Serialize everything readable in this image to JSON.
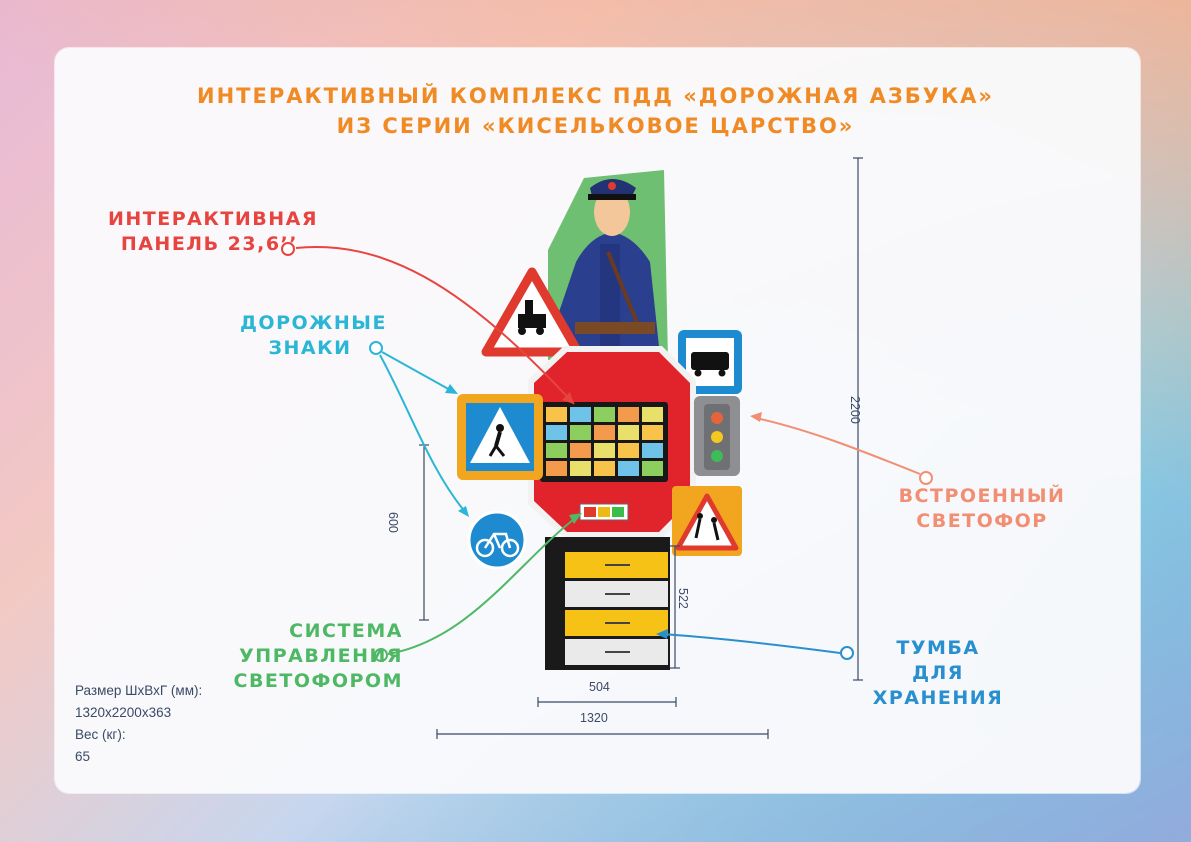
{
  "title": {
    "line1": "ИНТЕРАКТИВНЫЙ КОМПЛЕКС ПДД «ДОРОЖНАЯ АЗБУКА»",
    "line2": "ИЗ СЕРИИ «КИСЕЛЬКОВОЕ ЦАРСТВО»"
  },
  "labels": {
    "panel_line1": "ИНТЕРАКТИВНАЯ",
    "panel_line2": "ПАНЕЛЬ 23,6’’",
    "signs_line1": "ДОРОЖНЫЕ",
    "signs_line2": "ЗНАКИ",
    "light_line1": "ВСТРОЕННЫЙ",
    "light_line2": "СВЕТОФОР",
    "system_line1": "СИСТЕМА УПРАВЛЕНИЯ",
    "system_line2": "СВЕТОФОРОМ",
    "tumba_line1": "ТУМБА ДЛЯ",
    "tumba_line2": "ХРАНЕНИЯ"
  },
  "dimensions": {
    "height_total": "2200",
    "panel_height": "600",
    "cabinet_height": "522",
    "cabinet_width": "504",
    "width_total": "1320"
  },
  "specs": {
    "size_label": "Размер ШхВхГ (мм):",
    "size_value": "1320x2200x363",
    "weight_label": "Вес (кг):",
    "weight_value": "65"
  },
  "colors": {
    "title_orange": "#f08a24",
    "panel_red": "#e8443f",
    "signs_cyan": "#2bb6d6",
    "light_salmon": "#f28e73",
    "system_green": "#4fb865",
    "tumba_blue": "#2a8fce"
  },
  "icons": [
    "policeman-figure",
    "railway-crossing-sign",
    "pedestrian-crossing-sign",
    "bicycle-sign",
    "bus-stop-sign",
    "traffic-light",
    "children-crossing-sign",
    "stop-octagon",
    "storage-cabinet"
  ]
}
